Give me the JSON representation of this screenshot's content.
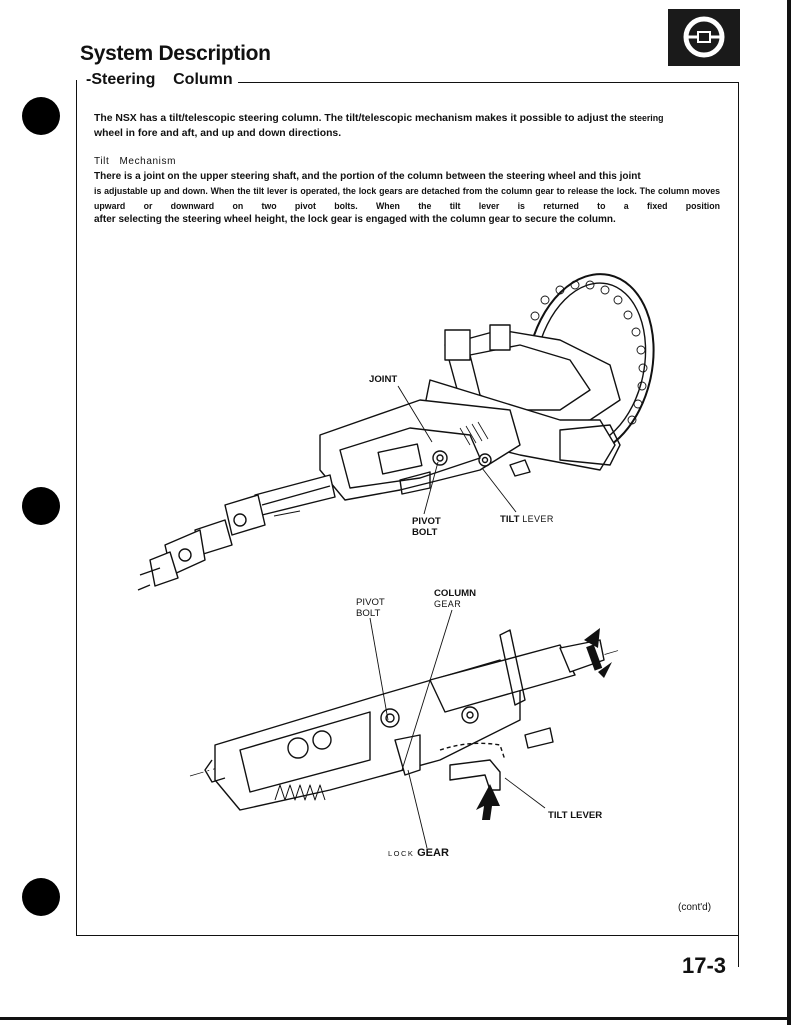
{
  "header": {
    "title": "System Description",
    "section": "-Steering    Column"
  },
  "intro": {
    "main": "The NSX has a tilt/telescopic steering column. The tilt/telescopic mechanism makes it possible to adjust the",
    "small": "steering",
    "line2": "wheel in fore and aft, and up and down directions."
  },
  "tilt": {
    "heading": "Tilt   Mechanism",
    "line1": "There is a joint on the upper steering shaft, and the portion of the column between the steering wheel and this joint",
    "small": "is adjustable up and down. When the tilt lever is operated, the lock gears are detached from the column gear to release the lock. The column moves upward or downward on two pivot bolts. When the tilt lever is returned to a fixed position",
    "last": "after selecting the steering wheel height, the lock gear is engaged with the column gear to secure the column."
  },
  "figure1": {
    "joint": "JOINT",
    "pivot_bolt_line1": "PIVOT",
    "pivot_bolt_line2": "BOLT",
    "tilt_lever_bold": "TILT",
    "tilt_lever_thin": "LEVER"
  },
  "figure2": {
    "pivot_bolt_line1": "PIVOT",
    "pivot_bolt_line2": "BOLT",
    "column_gear_line1": "COLUMN",
    "column_gear_line2": "GEAR",
    "tilt_lever": "TILT LEVER",
    "lock_small": "LOCK",
    "lock_gear": "GEAR"
  },
  "footer": {
    "cont": "(cont'd)",
    "page_number": "17-3"
  },
  "icons": {
    "badge": "steering-wheel-icon"
  }
}
